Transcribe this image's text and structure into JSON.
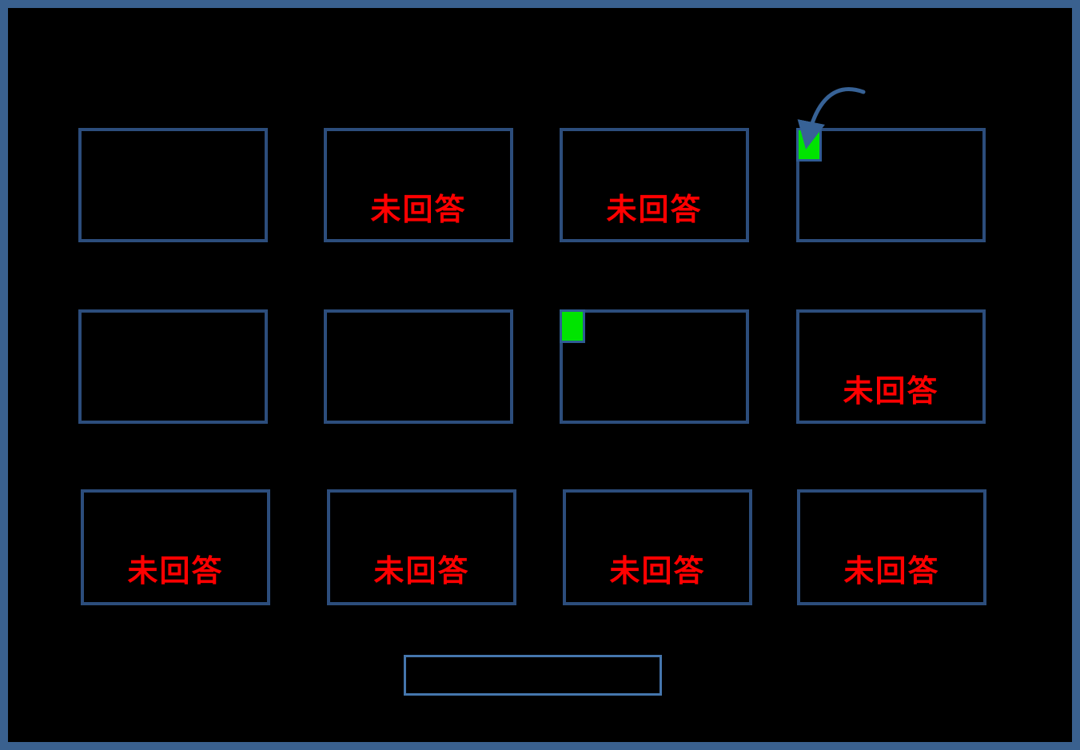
{
  "board": {
    "background_color": "#000000",
    "frame_color": "#3A618F",
    "card_border_color": "#2C4D7C",
    "rows": 3,
    "cols": 4
  },
  "status": {
    "unanswered_label": "未回答",
    "unanswered_color": "#FF0000",
    "answered_marker_color": "#00E400",
    "answered_marker_border_color": "#2F5B93"
  },
  "annotation": {
    "arrow_color": "#376296"
  },
  "cards": [
    {
      "row": 1,
      "col": 1,
      "status": "none",
      "label": ""
    },
    {
      "row": 1,
      "col": 2,
      "status": "unanswered",
      "label": "未回答"
    },
    {
      "row": 1,
      "col": 3,
      "status": "unanswered",
      "label": "未回答"
    },
    {
      "row": 1,
      "col": 4,
      "status": "answered",
      "label": ""
    },
    {
      "row": 2,
      "col": 1,
      "status": "none",
      "label": ""
    },
    {
      "row": 2,
      "col": 2,
      "status": "none",
      "label": ""
    },
    {
      "row": 2,
      "col": 3,
      "status": "answered",
      "label": ""
    },
    {
      "row": 2,
      "col": 4,
      "status": "unanswered",
      "label": "未回答"
    },
    {
      "row": 3,
      "col": 1,
      "status": "unanswered",
      "label": "未回答"
    },
    {
      "row": 3,
      "col": 2,
      "status": "unanswered",
      "label": "未回答"
    },
    {
      "row": 3,
      "col": 3,
      "status": "unanswered",
      "label": "未回答"
    },
    {
      "row": 3,
      "col": 4,
      "status": "unanswered",
      "label": "未回答"
    }
  ],
  "footer": {
    "button_label": ""
  }
}
